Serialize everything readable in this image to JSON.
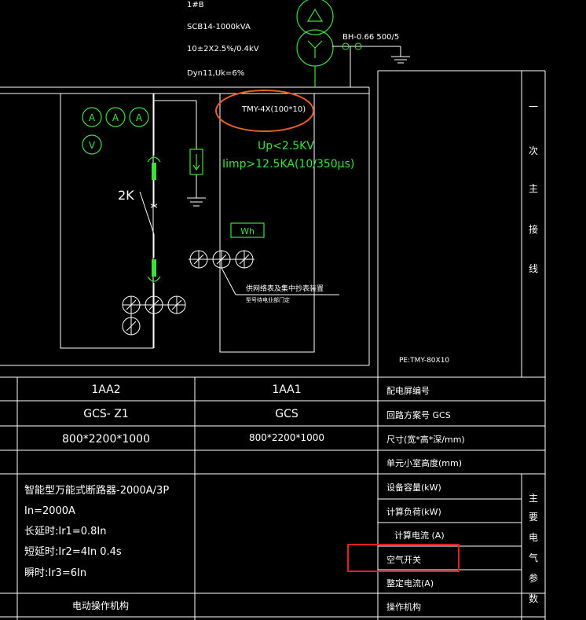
{
  "transformer": {
    "name": "1#B",
    "model": "SCB14-1000kVA",
    "voltage": "10±2X2.5%/0.4kV",
    "connection": "Dyn11,Uk=6%",
    "ct_label": "BH-0.66 500/5"
  },
  "busbar_label": "TMY-4X(100*10)",
  "surge": {
    "up": "Up<2.5KV",
    "iimp": "Iimp>12.5KA(10/350μs)"
  },
  "meters": {
    "ammeter": "A",
    "voltmeter": "V",
    "energy": "Wh"
  },
  "switch_label": "2K",
  "meter_device": {
    "title": "供网络表及集中抄表装置",
    "sub": "型号待电业部门定"
  },
  "pe_label": "PE:TMY-80X10",
  "side_title": [
    "一",
    "次",
    "主",
    "接",
    "线"
  ],
  "side_title2": [
    "主",
    "要",
    "电",
    "气",
    "参",
    "数"
  ],
  "table": {
    "rows": [
      {
        "label": "配电屏编号",
        "col1": "1AA2",
        "col2": "1AA1"
      },
      {
        "label": "回路方案号 GCS",
        "col1": "GCS- Z1",
        "col2": "GCS"
      },
      {
        "label": "尺寸(宽*高*深/mm)",
        "col1": "800*2200*1000",
        "col2": "800*2200*1000"
      },
      {
        "label": "单元小室高度(mm)",
        "col1": "",
        "col2": ""
      }
    ],
    "param_labels": [
      "设备容量(kW)",
      "计算负荷(kW)",
      "计算电流 (A)",
      "空气开关",
      "整定电流(A)"
    ],
    "breaker_lines": [
      "智能型万能式断路器-2000A/3P",
      "In=2000A",
      "长延时:Ir1=0.8In",
      "短延时:Ir2=4In 0.4s",
      "瞬时:Ir3=6In"
    ],
    "last_row": {
      "label": "操作机构",
      "col1": "电动操作机构"
    }
  },
  "colors": {
    "line": "#ffffff",
    "green": "#3ce03c",
    "highlight_red": "#e02020",
    "ellipse": "#e8601c"
  }
}
